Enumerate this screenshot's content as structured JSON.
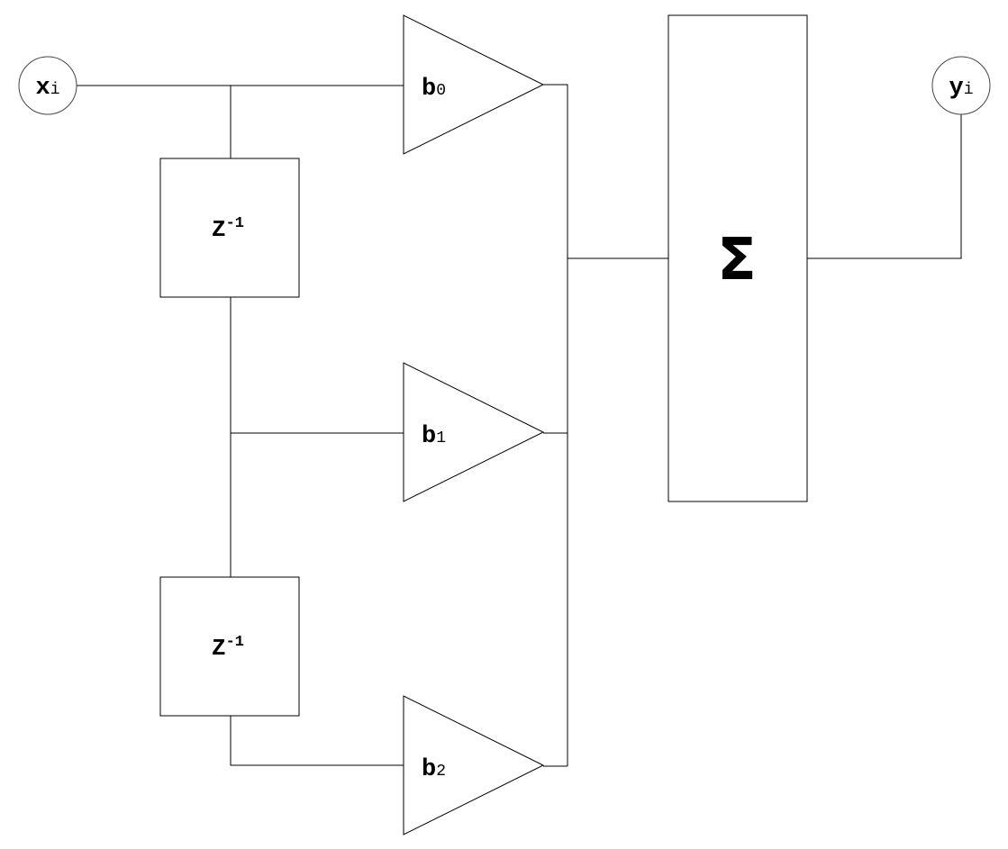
{
  "input": {
    "main": "x",
    "sub": "i"
  },
  "output": {
    "main": "y",
    "sub": "i"
  },
  "delays": [
    {
      "main": "Z",
      "sup": "-1"
    },
    {
      "main": "Z",
      "sup": "-1"
    }
  ],
  "gains": [
    {
      "main": "b",
      "sub": "0"
    },
    {
      "main": "b",
      "sub": "1"
    },
    {
      "main": "b",
      "sub": "2"
    }
  ],
  "summer": {
    "symbol": "Σ"
  }
}
